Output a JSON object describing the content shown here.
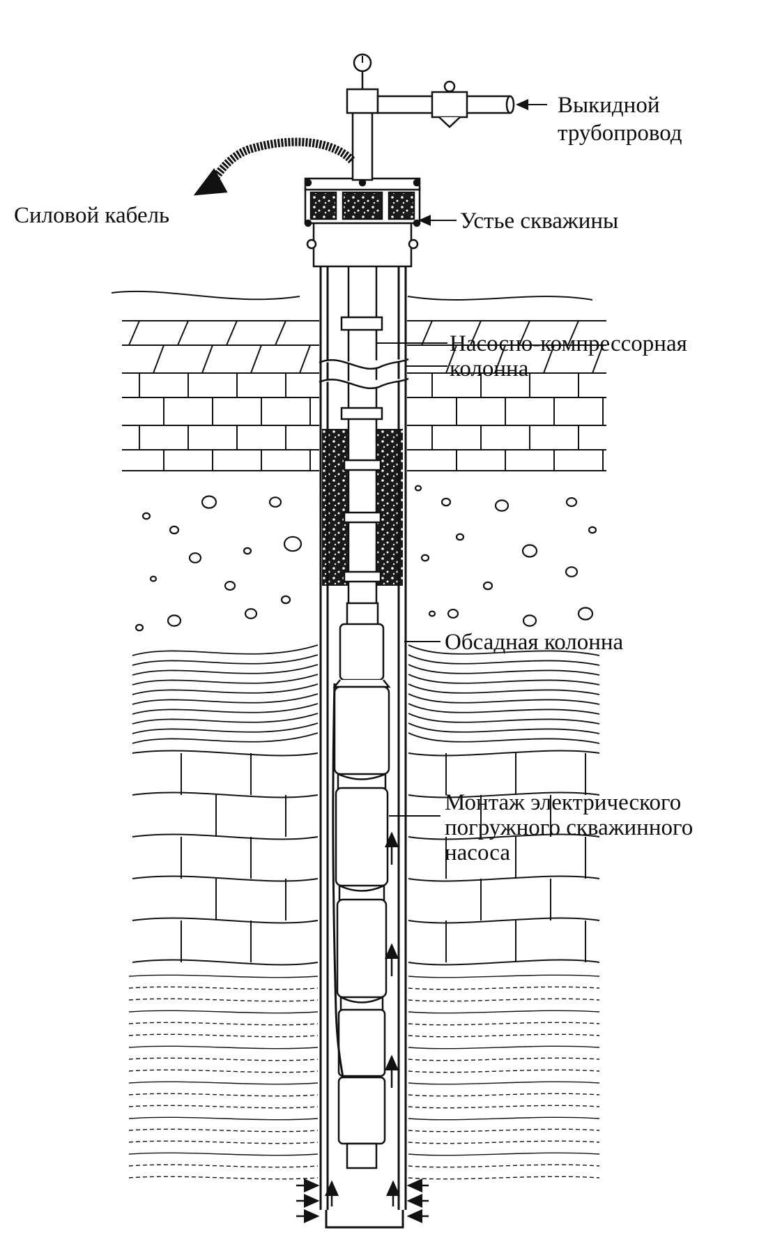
{
  "diagram": {
    "labels": {
      "flowline": [
        "Выкидной",
        "трубопровод"
      ],
      "power_cable": "Силовой кабель",
      "wellhead": "Устье скважины",
      "tubing": [
        "Насосно-компрессорная",
        "колонна"
      ],
      "casing": "Обсадная колонна",
      "esp_assembly": [
        "Монтаж электрического",
        "погружного скважинного",
        "насоса"
      ]
    },
    "colors": {
      "ink": "#111111",
      "background": "#ffffff"
    }
  }
}
